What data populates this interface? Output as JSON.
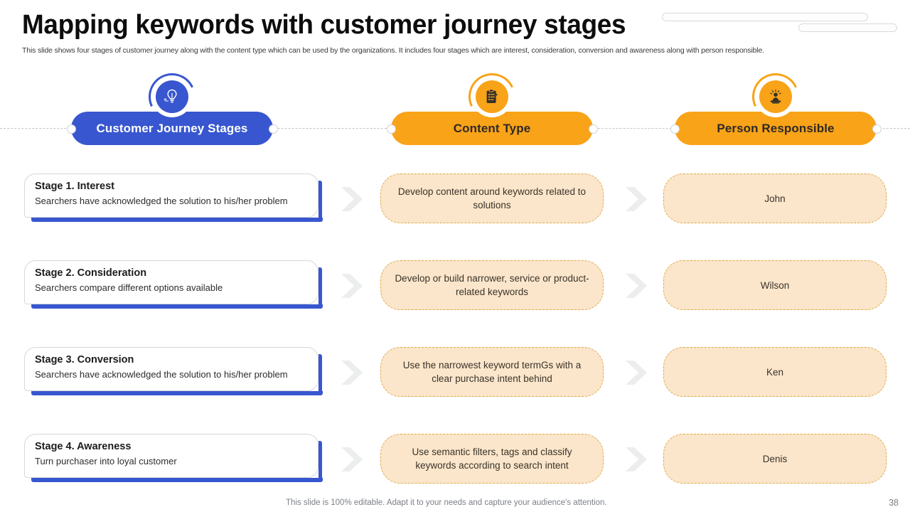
{
  "slide": {
    "title": "Mapping keywords with customer journey stages",
    "subtitle": "This slide shows four stages of customer journey along with the content type which can be used by the organizations. It includes four stages which are interest, consideration, conversion and awareness along with person responsible.",
    "footer_note": "This slide is 100% editable. Adapt it to your needs and capture your audience's attention.",
    "page_number": "38"
  },
  "colors": {
    "blue": "#3856cf",
    "orange": "#f9a318",
    "peach_fill": "#fbe6cb",
    "peach_border": "#e0a94a",
    "arrow_gray": "#eceded"
  },
  "columns": [
    {
      "label": "Customer Journey Stages",
      "icon": "lightbulb-icon",
      "theme": "blue"
    },
    {
      "label": "Content Type",
      "icon": "clipboard-checklist-icon",
      "theme": "orange"
    },
    {
      "label": "Person Responsible",
      "icon": "podium-speaker-icon",
      "theme": "orange"
    }
  ],
  "rows": [
    {
      "stage_title": "Stage 1. Interest",
      "stage_desc": "Searchers have acknowledged the solution to his/her problem",
      "content_type": "Develop content around keywords related to solutions",
      "person": "John"
    },
    {
      "stage_title": "Stage 2. Consideration",
      "stage_desc": "Searchers compare different options available",
      "content_type": "Develop or build narrower, service or product-related keywords",
      "person": "Wilson"
    },
    {
      "stage_title": "Stage 3. Conversion",
      "stage_desc": "Searchers have acknowledged the solution to his/her problem",
      "content_type": "Use the narrowest keyword termGs with a clear purchase intent behind",
      "person": "Ken"
    },
    {
      "stage_title": "Stage 4. Awareness",
      "stage_desc": "Turn purchaser into loyal customer",
      "content_type": "Use semantic filters, tags and classify keywords according to search intent",
      "person": "Denis"
    }
  ]
}
